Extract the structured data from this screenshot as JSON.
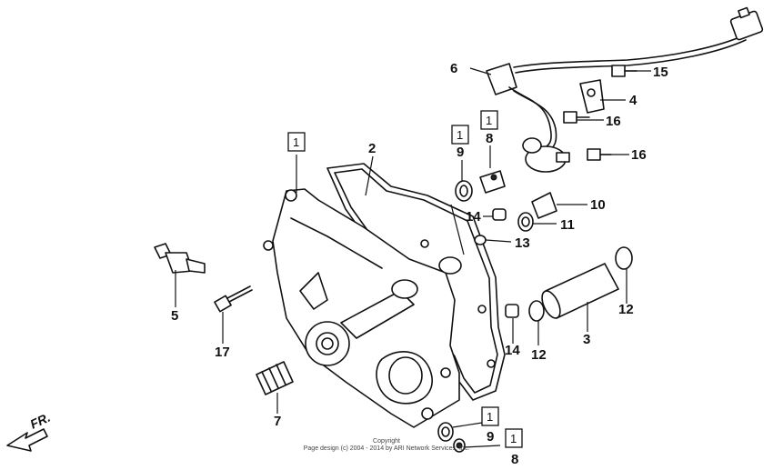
{
  "diagram": {
    "callouts": {
      "c1": "1",
      "c2": "2",
      "c3": "3",
      "c4": "4",
      "c5": "5",
      "c6": "6",
      "c7": "7",
      "c8a": "8",
      "c8b": "8",
      "c9a": "9",
      "c9b": "9",
      "c10": "10",
      "c11": "11",
      "c12a": "12",
      "c12b": "12",
      "c13": "13",
      "c14a": "14",
      "c14b": "14",
      "c15": "15",
      "c16a": "16",
      "c16b": "16",
      "c17": "17"
    },
    "boxed": {
      "b1_cover": "1",
      "b1_nine_top": "1",
      "b1_eight_top": "1",
      "b1_nine_bottom": "1",
      "b1_eight_bottom": "1"
    },
    "front_label": "FR.",
    "copyright_line1": "Copyright",
    "copyright_line2": "Page design (c) 2004 - 2014 by ARI Network Services, Inc."
  }
}
